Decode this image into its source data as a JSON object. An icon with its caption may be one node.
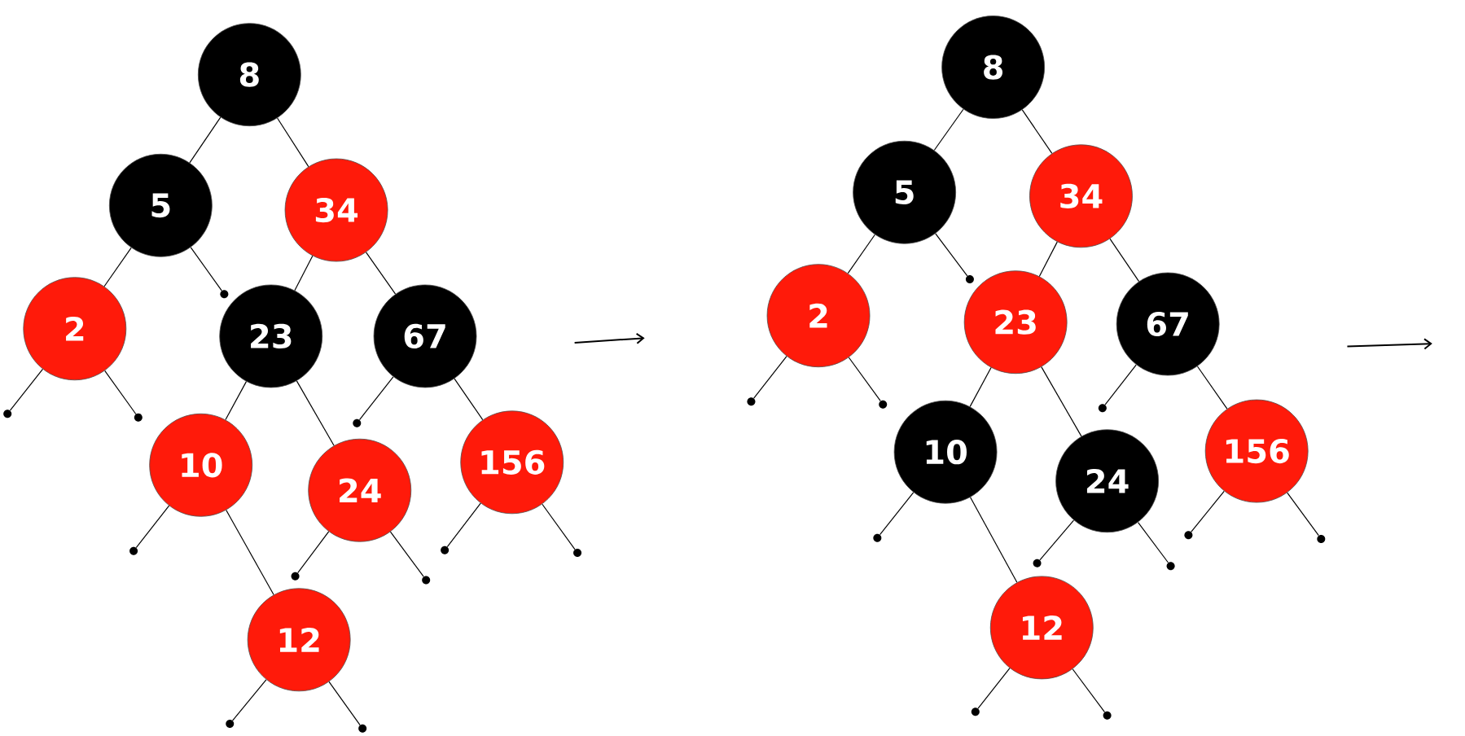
{
  "diagram": {
    "nodes": [
      {
        "text": [
          "8"
        ]
      },
      {
        "text": [
          "5"
        ]
      },
      {
        "text": [
          "34"
        ]
      },
      {
        "text": [
          "2"
        ]
      },
      {
        "text": [
          "23"
        ]
      },
      {
        "text": [
          "67"
        ]
      },
      {
        "text": [
          "10"
        ]
      },
      {
        "text": [
          "24"
        ]
      },
      {
        "text": [
          "156"
        ]
      },
      {
        "text": [
          "12"
        ]
      },
      {
        "text": [],
        "shape": "circle"
      },
      {
        "text": [],
        "shape": "circle"
      },
      {
        "text": [],
        "shape": "circle"
      },
      {
        "text": [],
        "shape": "circle"
      },
      {
        "text": [],
        "shape": "circle"
      },
      {
        "text": [],
        "shape": "circle"
      },
      {
        "text": [],
        "shape": "circle"
      },
      {
        "text": [],
        "shape": "circle"
      },
      {
        "text": [],
        "shape": "circle"
      },
      {
        "text": [],
        "shape": "circle"
      },
      {
        "text": [],
        "shape": "circle"
      },
      {
        "text": [
          "8"
        ]
      },
      {
        "text": [
          "5"
        ]
      },
      {
        "text": [
          "34"
        ]
      },
      {
        "text": [
          "2"
        ]
      },
      {
        "text": [
          "23"
        ]
      },
      {
        "text": [
          "67"
        ]
      },
      {
        "text": [
          "10"
        ]
      },
      {
        "text": [
          "24"
        ]
      },
      {
        "text": [
          "156"
        ]
      },
      {
        "text": [
          "12"
        ]
      },
      {
        "text": [],
        "shape": "circle"
      },
      {
        "text": [],
        "shape": "circle"
      },
      {
        "text": [],
        "shape": "circle"
      },
      {
        "text": [],
        "shape": "circle"
      },
      {
        "text": [],
        "shape": "circle"
      },
      {
        "text": [],
        "shape": "circle"
      },
      {
        "text": [],
        "shape": "circle"
      },
      {
        "text": [],
        "shape": "circle"
      },
      {
        "text": [],
        "shape": "circle"
      },
      {
        "text": [],
        "shape": "circle"
      },
      {
        "text": [],
        "shape": "circle"
      }
    ],
    "edges": [
      {
        "from": 0,
        "to": 1,
        "arrow": "none"
      },
      {
        "from": 0,
        "to": 2,
        "arrow": "none"
      },
      {
        "from": 1,
        "to": 3,
        "arrow": "none"
      },
      {
        "from": 1,
        "to": 10,
        "arrow": "none"
      },
      {
        "from": 2,
        "to": 4,
        "arrow": "none"
      },
      {
        "from": 2,
        "to": 5,
        "arrow": "none"
      },
      {
        "from": 3,
        "to": 11,
        "arrow": "none"
      },
      {
        "from": 3,
        "to": 12,
        "arrow": "none"
      },
      {
        "from": 4,
        "to": 6,
        "arrow": "none"
      },
      {
        "from": 4,
        "to": 7,
        "arrow": "none"
      },
      {
        "from": 5,
        "to": 13,
        "arrow": "none"
      },
      {
        "from": 5,
        "to": 8,
        "arrow": "none"
      },
      {
        "from": 6,
        "to": 14,
        "arrow": "none"
      },
      {
        "from": 6,
        "to": 9,
        "arrow": "none"
      },
      {
        "from": 7,
        "to": 15,
        "arrow": "none"
      },
      {
        "from": 7,
        "to": 16,
        "arrow": "none"
      },
      {
        "from": 8,
        "to": 17,
        "arrow": "none"
      },
      {
        "from": 8,
        "to": 18,
        "arrow": "none"
      },
      {
        "from": 9,
        "to": 19,
        "arrow": "none"
      },
      {
        "from": 9,
        "to": 20,
        "arrow": "none"
      },
      {
        "from": 21,
        "to": 22,
        "arrow": "none"
      },
      {
        "from": 21,
        "to": 23,
        "arrow": "none"
      },
      {
        "from": 22,
        "to": 24,
        "arrow": "none"
      },
      {
        "from": 22,
        "to": 31,
        "arrow": "none"
      },
      {
        "from": 23,
        "to": 25,
        "arrow": "none"
      },
      {
        "from": 23,
        "to": 26,
        "arrow": "none"
      },
      {
        "from": 24,
        "to": 32,
        "arrow": "none"
      },
      {
        "from": 24,
        "to": 33,
        "arrow": "none"
      },
      {
        "from": 25,
        "to": 27,
        "arrow": "none"
      },
      {
        "from": 25,
        "to": 28,
        "arrow": "none"
      },
      {
        "from": 26,
        "to": 34,
        "arrow": "none"
      },
      {
        "from": 26,
        "to": 29,
        "arrow": "none"
      },
      {
        "from": 27,
        "to": 35,
        "arrow": "none"
      },
      {
        "from": 27,
        "to": 30,
        "arrow": "none"
      },
      {
        "from": 28,
        "to": 36,
        "arrow": "none"
      },
      {
        "from": 28,
        "to": 37,
        "arrow": "none"
      },
      {
        "from": 29,
        "to": 38,
        "arrow": "none"
      },
      {
        "from": 29,
        "to": 39,
        "arrow": "none"
      },
      {
        "from": 30,
        "to": 40,
        "arrow": "none"
      },
      {
        "from": 30,
        "to": 41,
        "arrow": "none"
      }
    ]
  }
}
